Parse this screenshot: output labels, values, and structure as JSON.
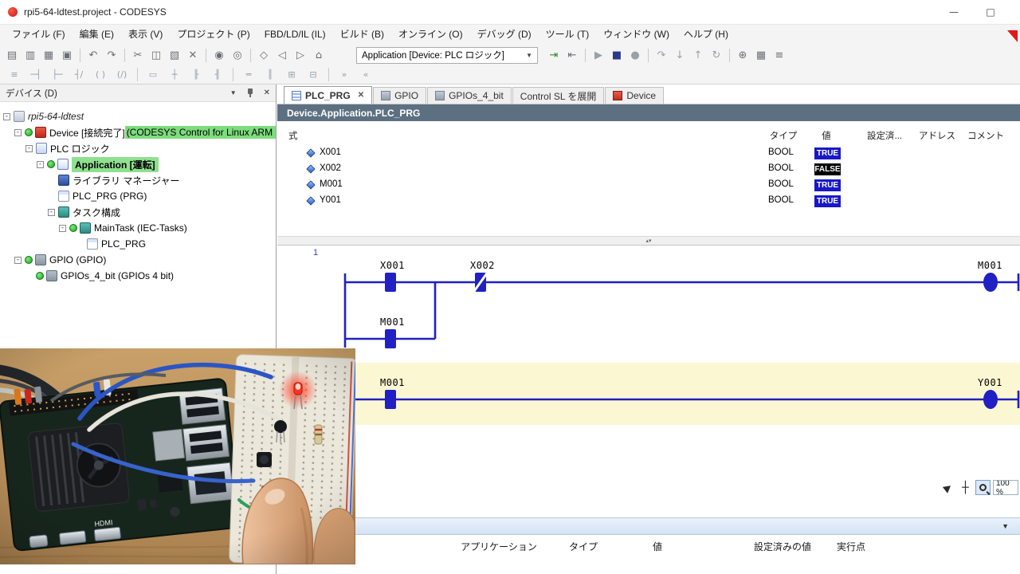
{
  "window": {
    "title": "rpi5-64-ldtest.project - CODESYS",
    "minimize_glyph": "—",
    "maximize_glyph": "□"
  },
  "menubar": {
    "items": [
      "ファイル (F)",
      "編集 (E)",
      "表示 (V)",
      "プロジェクト (P)",
      "FBD/LD/IL (IL)",
      "ビルド (B)",
      "オンライン (O)",
      "デバッグ (D)",
      "ツール (T)",
      "ウィンドウ (W)",
      "ヘルプ (H)"
    ]
  },
  "toolbar": {
    "app_selector": "Application [Device: PLC ロジック]",
    "dropdown_glyph": "▼",
    "icons_left": [
      {
        "name": "new-project",
        "glyph": "▤"
      },
      {
        "name": "open-project",
        "glyph": "▥"
      },
      {
        "name": "save",
        "glyph": "▦"
      },
      {
        "name": "print",
        "glyph": "▣"
      },
      {
        "name": "undo",
        "glyph": "↶"
      },
      {
        "name": "redo",
        "glyph": "↷"
      },
      {
        "name": "cut",
        "glyph": "✂"
      },
      {
        "name": "copy",
        "glyph": "◫"
      },
      {
        "name": "paste",
        "glyph": "▧"
      },
      {
        "name": "delete",
        "glyph": "✕"
      },
      {
        "name": "find",
        "glyph": "◉"
      },
      {
        "name": "replace",
        "glyph": "◎"
      },
      {
        "name": "bookmark",
        "glyph": "◇"
      },
      {
        "name": "navigate-back",
        "glyph": "◁"
      },
      {
        "name": "navigate-forward",
        "glyph": "▷"
      },
      {
        "name": "home",
        "glyph": "⌂"
      }
    ],
    "icons_right": [
      {
        "name": "login",
        "glyph": "⇥"
      },
      {
        "name": "logout",
        "glyph": "⇤"
      },
      {
        "name": "start",
        "glyph": "▶"
      },
      {
        "name": "stop",
        "glyph": "■"
      },
      {
        "name": "breakpoint",
        "glyph": "●"
      },
      {
        "name": "step-over",
        "glyph": "↷"
      },
      {
        "name": "step-into",
        "glyph": "↓"
      },
      {
        "name": "step-out",
        "glyph": "↑"
      },
      {
        "name": "reset",
        "glyph": "↻"
      },
      {
        "name": "build",
        "glyph": "⊕"
      },
      {
        "name": "watch-list",
        "glyph": "▦"
      },
      {
        "name": "options",
        "glyph": "≡"
      }
    ]
  },
  "ld_toolbar": {
    "icons": [
      {
        "name": "insert-network",
        "glyph": "≡"
      },
      {
        "name": "insert-contact",
        "glyph": "─┤"
      },
      {
        "name": "insert-contact-right",
        "glyph": "├─"
      },
      {
        "name": "insert-negated-contact",
        "glyph": "┤/"
      },
      {
        "name": "insert-coil",
        "glyph": "( )"
      },
      {
        "name": "insert-negated-coil",
        "glyph": "(/)"
      },
      {
        "name": "insert-box",
        "glyph": "▭"
      },
      {
        "name": "insert-branch",
        "glyph": "┼"
      },
      {
        "name": "insert-parallel-open",
        "glyph": "╟"
      },
      {
        "name": "insert-parallel-close",
        "glyph": "╢"
      },
      {
        "name": "insert-line",
        "glyph": "═"
      },
      {
        "name": "insert-rail",
        "glyph": "║"
      },
      {
        "name": "expand-all",
        "glyph": "⊞"
      },
      {
        "name": "collapse-all",
        "glyph": "⊟"
      },
      {
        "name": "jump",
        "glyph": "»"
      },
      {
        "name": "return",
        "glyph": "«"
      }
    ]
  },
  "device_panel": {
    "title": "デバイス (D)",
    "caret_glyph": "▼",
    "close_glyph": "✕",
    "expand_glyph": "-",
    "tree": [
      {
        "label": "rpi5-64-ldtest"
      },
      {
        "label": "Device [接続完了] ",
        "tail": "(CODESYS Control for Linux ARM"
      },
      {
        "label": "PLC ロジック"
      },
      {
        "label": "Application [運転]"
      },
      {
        "label": "ライブラリ マネージャー"
      },
      {
        "label": "PLC_PRG (PRG)"
      },
      {
        "label": "タスク構成"
      },
      {
        "label": "MainTask (IEC-Tasks)"
      },
      {
        "label": "PLC_PRG"
      },
      {
        "label": "GPIO (GPIO)"
      },
      {
        "label": "GPIOs_4_bit (GPIOs 4 bit)"
      }
    ]
  },
  "tabs": {
    "plc_prg": "PLC_PRG",
    "close_glyph": "✕",
    "gpio": "GPIO",
    "gpios_4bit": "GPIOs_4_bit",
    "control_sl": "Control SL を展開",
    "device": "Device"
  },
  "editor": {
    "breadcrumb": "Device.Application.PLC_PRG",
    "watch": {
      "col_expr": "式",
      "col_type": "タイプ",
      "col_value": "値",
      "col_prepared": "設定済...",
      "col_address": "アドレス",
      "col_comment": "コメント",
      "rows": [
        {
          "expr": "X001",
          "type": "BOOL",
          "value": "TRUE"
        },
        {
          "expr": "X002",
          "type": "BOOL",
          "value": "FALSE"
        },
        {
          "expr": "M001",
          "type": "BOOL",
          "value": "TRUE"
        },
        {
          "expr": "Y001",
          "type": "BOOL",
          "value": "TRUE"
        }
      ]
    },
    "splitter_glyph": "▴▾",
    "ladder": {
      "network1": {
        "number": "1",
        "contact1": "X001",
        "contact2": "X002",
        "branch_contact": "M001",
        "coil": "M001"
      },
      "network2": {
        "contact1": "M001",
        "coil": "Y001"
      }
    },
    "zoom": {
      "value": "100 %"
    }
  },
  "bottom_panel": {
    "collapse_glyph": "▼",
    "columns": [
      "アプリケーション",
      "タイプ",
      "値",
      "設定済みの値",
      "実行点"
    ]
  },
  "webcam": {
    "board_label": "HDMI"
  },
  "colors": {
    "ladder_blue": "#2020c4",
    "value_true_bg": "#1818c8",
    "value_false_bg": "#000000",
    "run_green": "#3cb83c",
    "selection_green": "#8fe08f",
    "network_highlight": "#fbf7d2",
    "breadcrumb_bg": "#5c7082",
    "device_red": "#cc2a1a"
  }
}
